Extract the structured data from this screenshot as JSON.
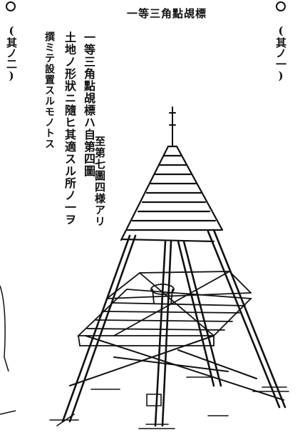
{
  "page": {
    "heading": "一等三角點覘標",
    "margin_left_marker": "(其ノ二)",
    "margin_right_marker": "(其ノ一)",
    "text_columns": [
      "一等三角點覘標ハ自第四圖",
      "至第七圖四様アリ",
      "土地ノ形狀ニ隨ヒ其適スル所ノ一ヲ",
      "撰ミテ設置スルモノトス"
    ]
  },
  "figure": {
    "subject": "tower-illustration"
  }
}
